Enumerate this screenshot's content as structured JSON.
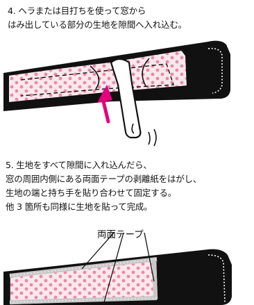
{
  "step4": {
    "lines": [
      "4. ヘラまたは目打ちを使って窓から",
      "はみ出している部分の生地を隙間へ入れ込む。"
    ]
  },
  "step5": {
    "lines": [
      "5. 生地をすべて隙間に入れ込んだら、",
      "窓の周囲内側にある両面テープの剥離紙をはがし、",
      "生地の端と持ち手を貼り合わせて固定する。",
      "他 3 箇所も同様に生地を貼って完成。"
    ]
  },
  "label_tape": "両面テープ",
  "colors": {
    "handle": "#111111",
    "fabric": "#fbe8ec",
    "dots": "#e889ac",
    "arrow": "#e4007f",
    "tape": "#c8c8c8"
  }
}
